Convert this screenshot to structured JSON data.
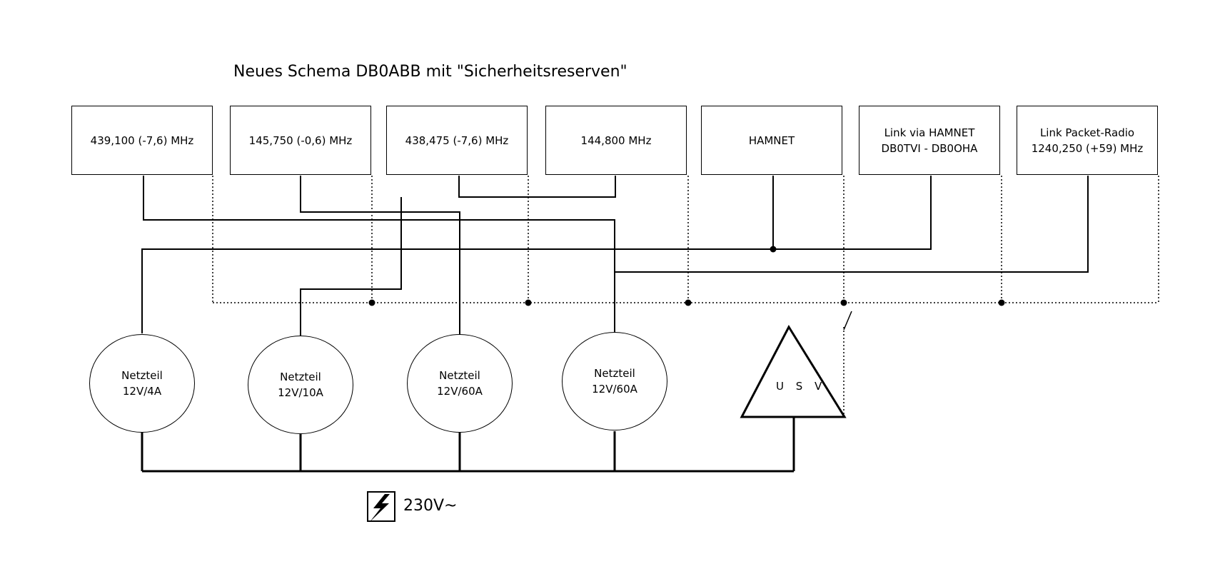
{
  "title": "Neues Schema DB0ABB mit \"Sicherheitsreserven\"",
  "devices": [
    {
      "line1": "439,100 (-7,6) MHz",
      "line2": ""
    },
    {
      "line1": "145,750 (-0,6) MHz",
      "line2": ""
    },
    {
      "line1": "438,475 (-7,6) MHz",
      "line2": ""
    },
    {
      "line1": "144,800 MHz",
      "line2": ""
    },
    {
      "line1": "HAMNET",
      "line2": ""
    },
    {
      "line1": "Link via HAMNET",
      "line2": "DB0TVI - DB0OHA"
    },
    {
      "line1": "Link Packet-Radio",
      "line2": "1240,250 (+59) MHz"
    }
  ],
  "power_supplies": [
    {
      "line1": "Netzteil",
      "line2": "12V/4A"
    },
    {
      "line1": "Netzteil",
      "line2": "12V/10A"
    },
    {
      "line1": "Netzteil",
      "line2": "12V/60A"
    },
    {
      "line1": "Netzteil",
      "line2": "12V/60A"
    }
  ],
  "ups": {
    "label": "U S V",
    "icon": "triangle-icon"
  },
  "mains": {
    "label": "230V~",
    "icon": "lightning-icon"
  }
}
